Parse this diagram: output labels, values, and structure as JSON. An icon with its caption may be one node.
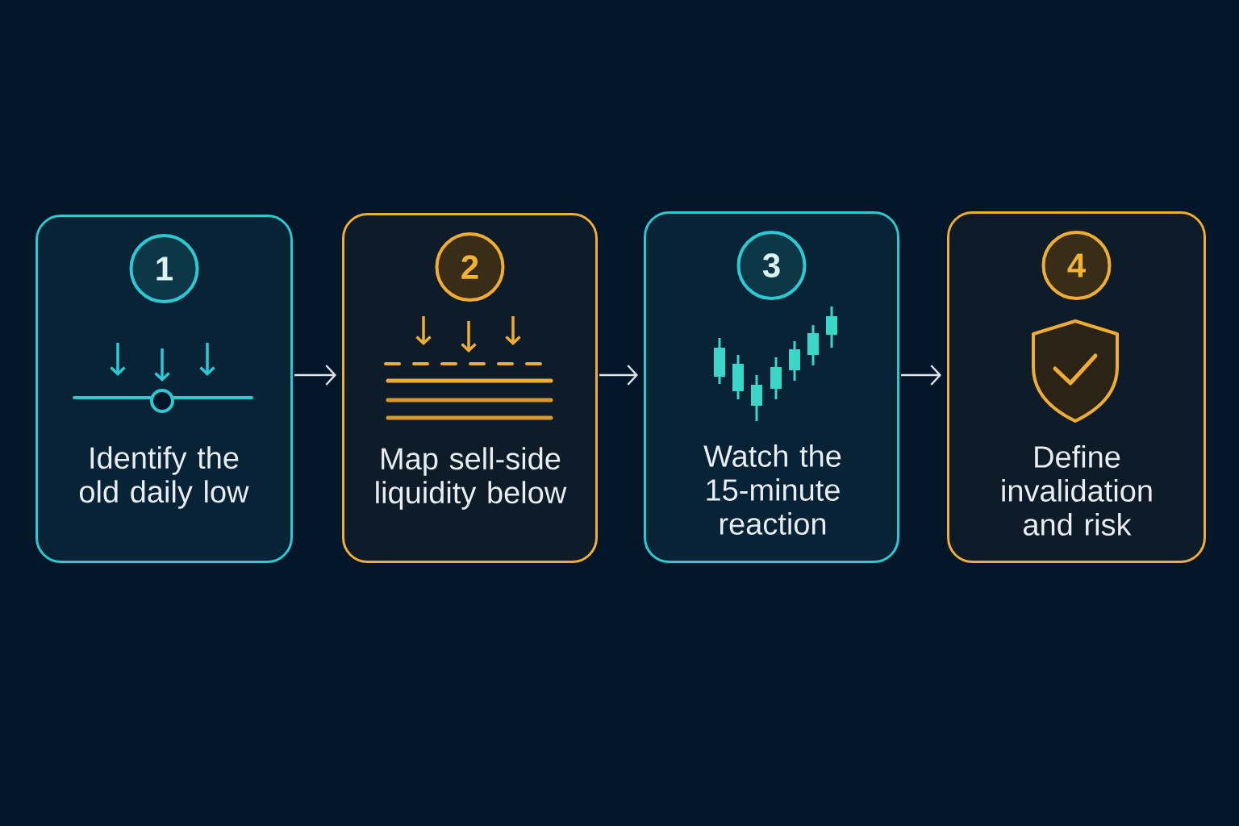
{
  "diagram": {
    "nodes": [
      {
        "text": [
          "Identify the old daily low"
        ]
      },
      {
        "text": [
          "1"
        ],
        "in": 0
      },
      {
        "text": [
          "Map sell-side liquidity below"
        ]
      },
      {
        "text": [
          "2"
        ],
        "in": 2
      },
      {
        "text": [
          "Watch the 15-minute reaction"
        ]
      },
      {
        "text": [
          "3"
        ],
        "in": 4
      },
      {
        "text": [
          "Define invalidation and risk"
        ]
      },
      {
        "text": [
          "4"
        ],
        "in": 6
      }
    ],
    "edges": [
      {
        "from": 0,
        "to": 2,
        "arrow": "to"
      },
      {
        "from": 2,
        "to": 4,
        "arrow": "to"
      },
      {
        "from": 4,
        "to": 6,
        "arrow": "to"
      }
    ]
  }
}
